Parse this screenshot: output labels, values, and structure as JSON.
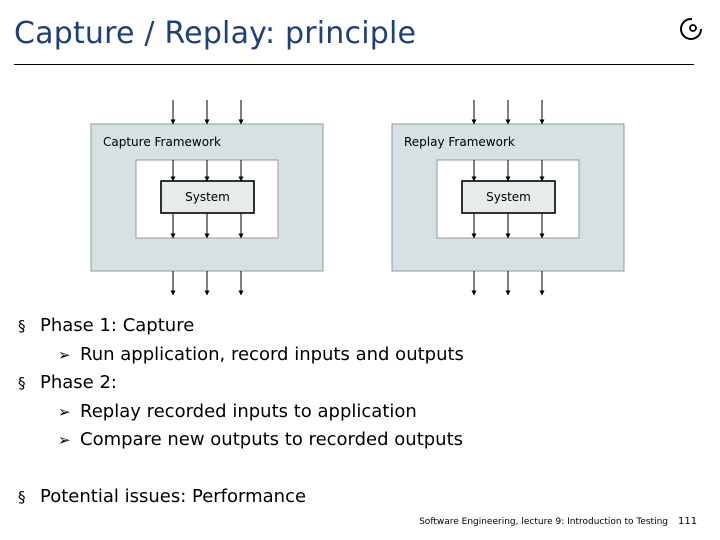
{
  "slide": {
    "title": "Capture / Replay: principle",
    "footer_text": "Software Engineering, lecture 9: Introduction to Testing",
    "page_number": "111"
  },
  "diagram": {
    "capture": {
      "framework_label": "Capture Framework",
      "system_label": "System"
    },
    "replay": {
      "framework_label": "Replay Framework",
      "system_label": "System"
    }
  },
  "bullets": {
    "phase1": "Phase 1: Capture",
    "phase1_item1": "Run application, record inputs and outputs",
    "phase2": "Phase 2:",
    "phase2_item1": "Replay recorded inputs to application",
    "phase2_item2": "Compare new outputs to recorded outputs",
    "issues": "Potential issues: Performance"
  }
}
